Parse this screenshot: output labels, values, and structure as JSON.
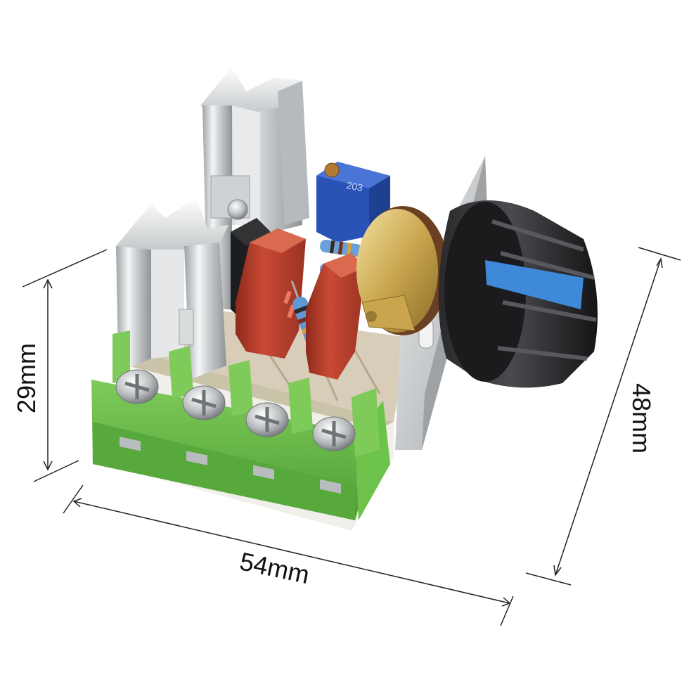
{
  "dimensions": {
    "height_label": "29mm",
    "width_label": "54mm",
    "depth_label": "48mm"
  },
  "product": {
    "trimmer_marking": "203"
  }
}
